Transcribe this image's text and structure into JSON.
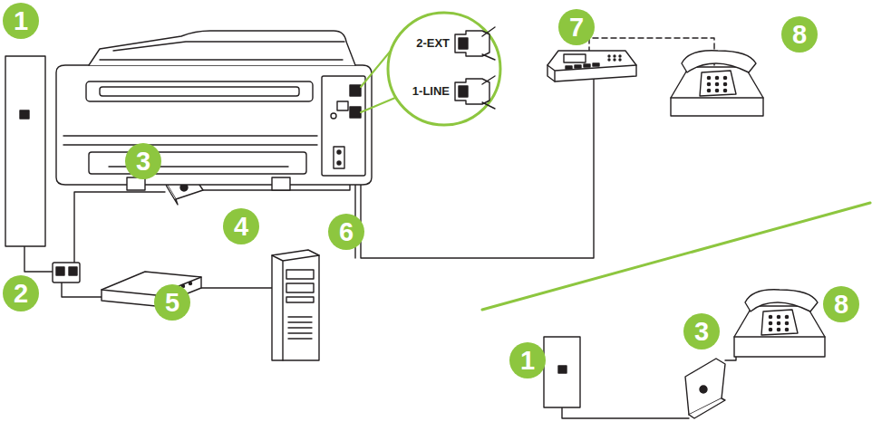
{
  "diagram": {
    "labels": [
      "1",
      "2-EXT",
      "1-LINE",
      "7",
      "8",
      "3",
      "4",
      "6",
      "2",
      "5",
      "1",
      "3",
      "8"
    ]
  }
}
